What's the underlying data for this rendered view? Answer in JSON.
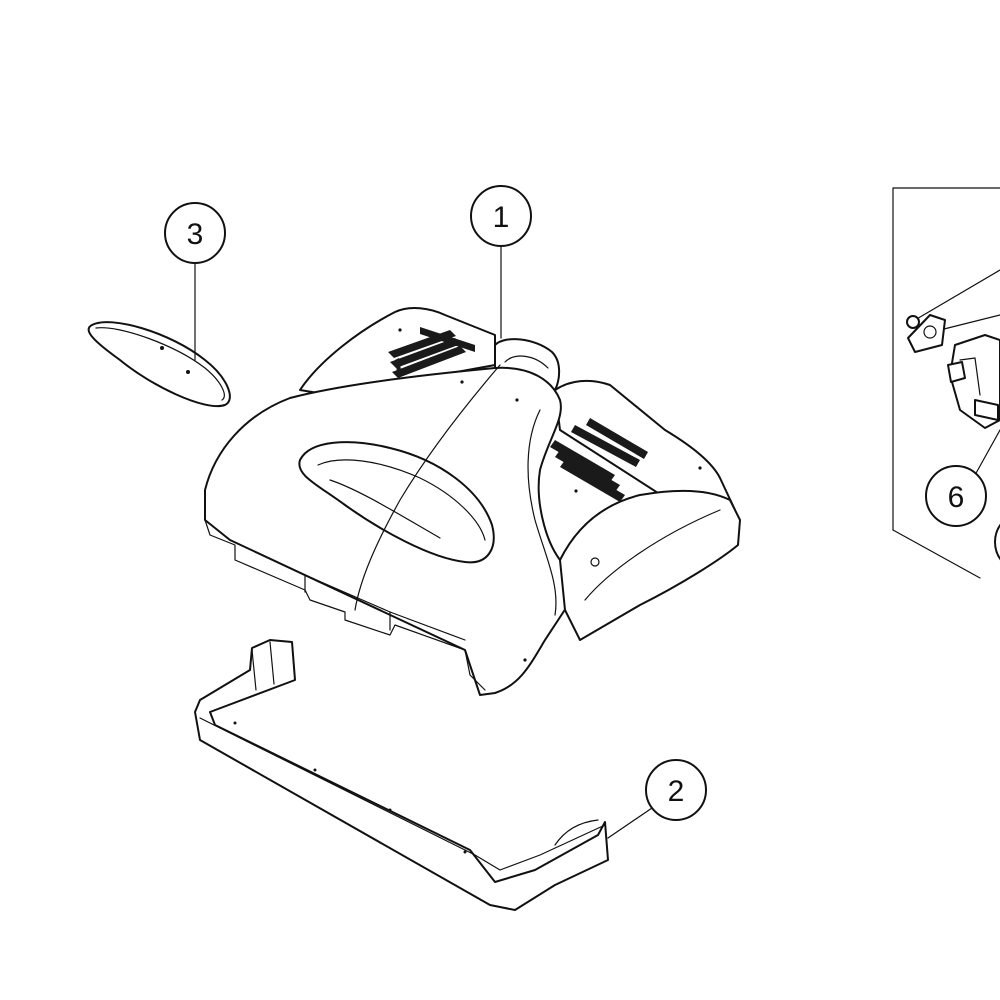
{
  "diagram": {
    "callouts": [
      {
        "id": "c1",
        "label": "1"
      },
      {
        "id": "c2",
        "label": "2"
      },
      {
        "id": "c3",
        "label": "3"
      },
      {
        "id": "c6",
        "label": "6"
      }
    ],
    "parts": [
      {
        "id": "part-1",
        "icon": "nozzle-housing"
      },
      {
        "id": "part-2",
        "icon": "bumper-strip"
      },
      {
        "id": "part-3",
        "icon": "oval-lens"
      },
      {
        "id": "part-6",
        "icon": "motor-assembly-detail"
      }
    ],
    "colors": {
      "line": "#111111",
      "background": "#ffffff"
    }
  }
}
